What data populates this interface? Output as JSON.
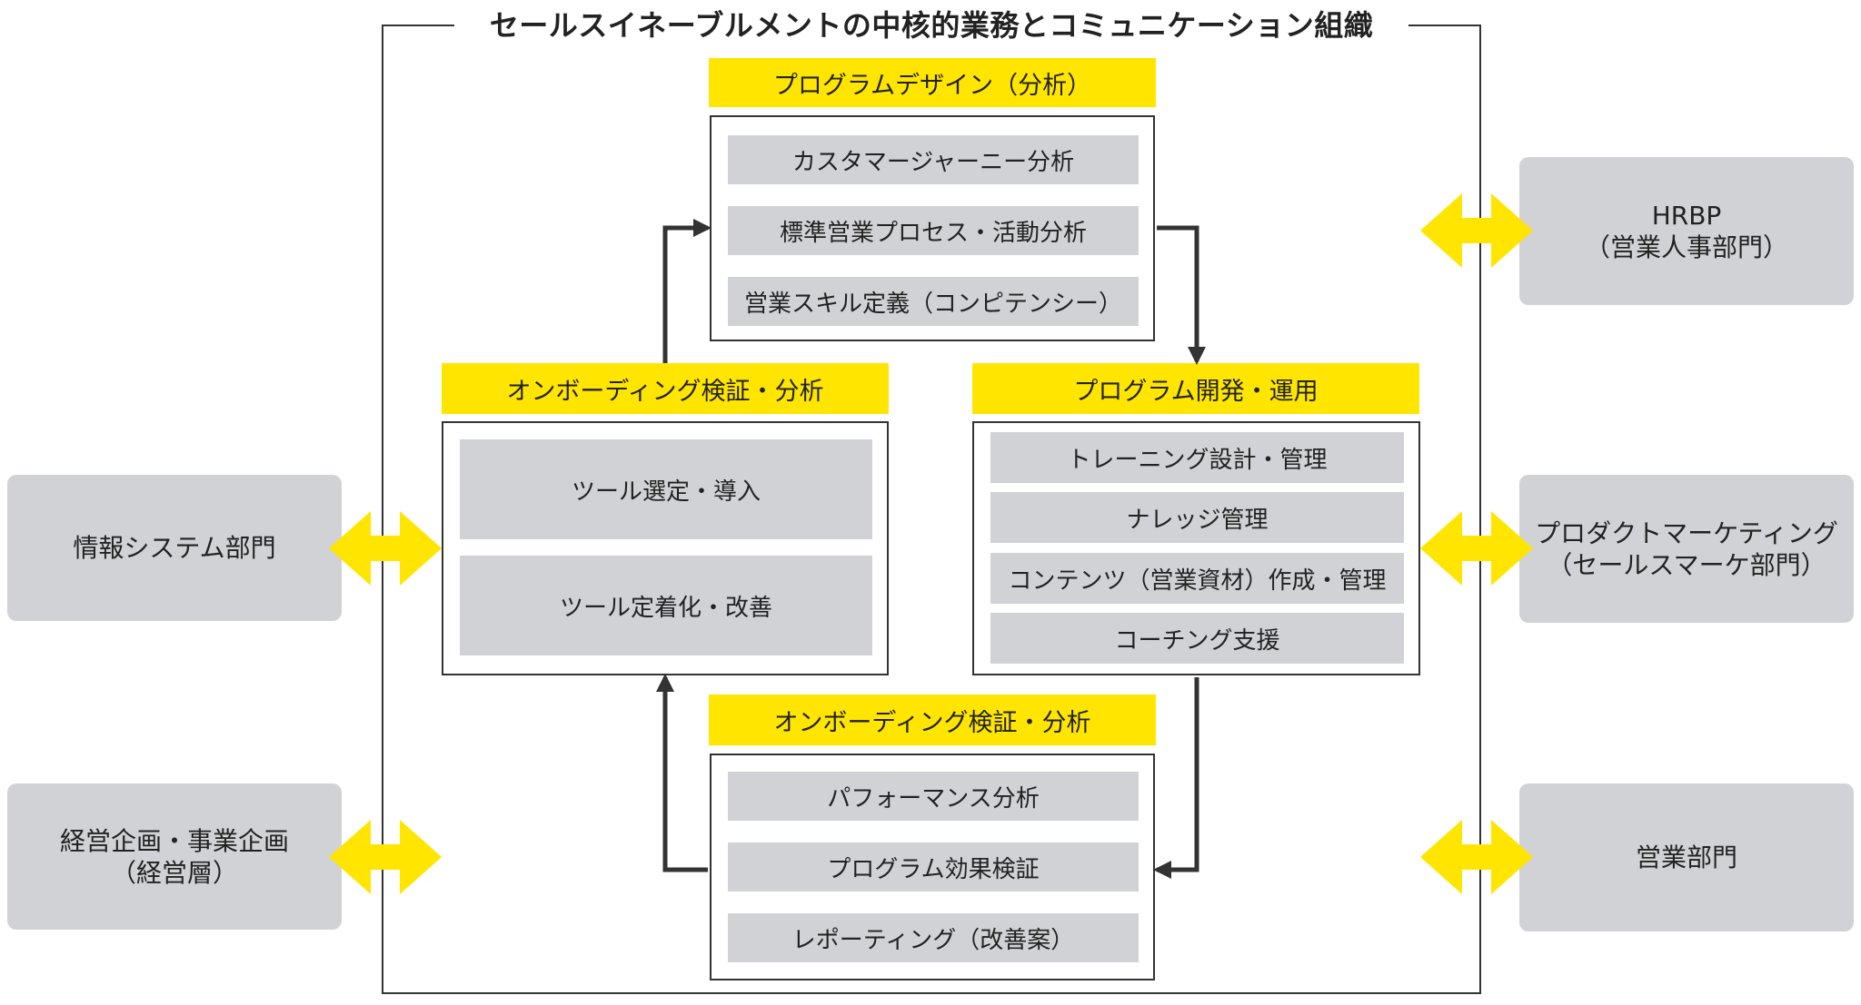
{
  "title": "セールスイネーブルメントの中核的業務とコミュニケーション組織",
  "design": {
    "label": "プログラムデザイン（分析）",
    "items": [
      "カスタマージャーニー分析",
      "標準営業プロセス・活動分析",
      "営業スキル定義（コンピテンシー）"
    ]
  },
  "onboarding": {
    "label": "オンボーディング検証・分析",
    "items": [
      "ツール選定・導入",
      "ツール定着化・改善"
    ]
  },
  "development": {
    "label": "プログラム開発・運用",
    "items": [
      "トレーニング設計・管理",
      "ナレッジ管理",
      "コンテンツ（営業資材）作成・管理",
      "コーチング支援"
    ]
  },
  "verification": {
    "label": "オンボーディング検証・分析",
    "items": [
      "パフォーマンス分析",
      "プログラム効果検証",
      "レポーティング（改善案）"
    ]
  },
  "left_orgs": [
    {
      "lines": [
        "情報システム部門"
      ]
    },
    {
      "lines": [
        "経営企画・事業企画",
        "（経営層）"
      ]
    }
  ],
  "right_orgs": [
    {
      "lines": [
        "HRBP",
        "（営業人事部門）"
      ]
    },
    {
      "lines": [
        "プロダクトマーケティング",
        "（セールスマーケ部門）"
      ]
    },
    {
      "lines": [
        "営業部門"
      ]
    }
  ],
  "colors": {
    "accent_yellow": "#ffe500",
    "item_gray": "#d1d2d6",
    "line": "#333333"
  }
}
